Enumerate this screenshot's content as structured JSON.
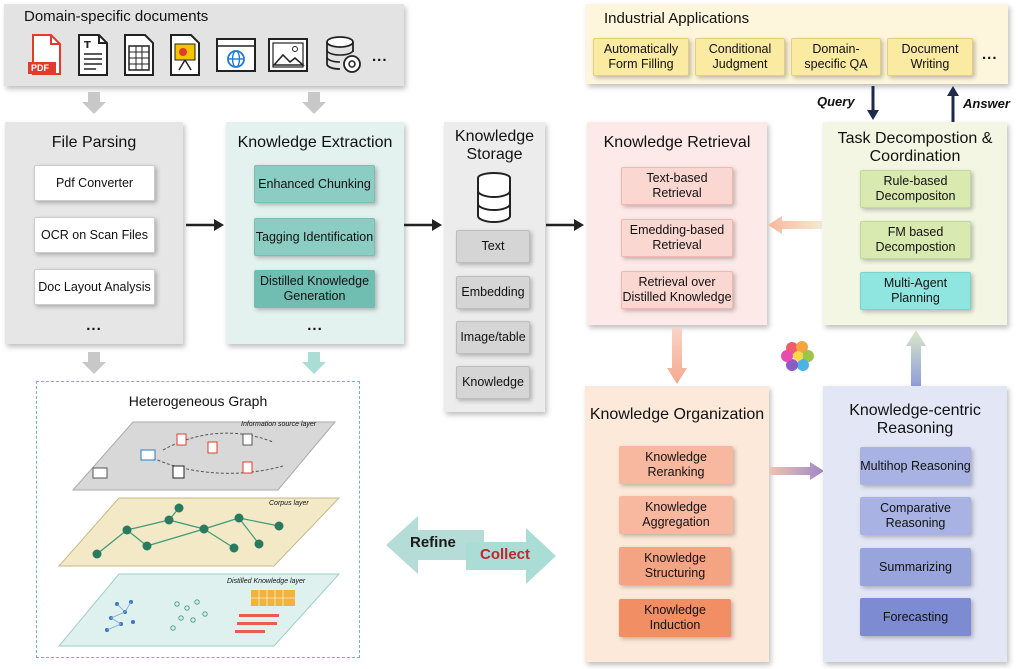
{
  "domain_docs": {
    "title": "Domain-specific documents",
    "more": "...",
    "pdf_tag": "PDF"
  },
  "file_parsing": {
    "title": "File Parsing",
    "items": [
      "Pdf Converter",
      "OCR on Scan Files",
      "Doc Layout Analysis"
    ],
    "more": "..."
  },
  "knowledge_extraction": {
    "title": "Knowledge Extraction",
    "items": [
      "Enhanced Chunking",
      "Tagging Identification",
      "Distilled Knowledge Generation"
    ],
    "more": "..."
  },
  "knowledge_storage": {
    "title": "Knowledge Storage",
    "items": [
      "Text",
      "Embedding",
      "Image/table",
      "Knowledge"
    ]
  },
  "knowledge_retrieval": {
    "title": "Knowledge Retrieval",
    "items": [
      "Text-based Retrieval",
      "Emedding-based Retrieval",
      "Retrieval over Distilled Knowledge"
    ]
  },
  "task_decomposition": {
    "title": "Task Decompostion & Coordination",
    "items": [
      "Rule-based Decompositon",
      "FM based Decompostion",
      "Multi-Agent Planning"
    ]
  },
  "industrial_apps": {
    "title": "Industrial Applications",
    "items": [
      "Automatically Form Filling",
      "Conditional Judgment",
      "Domain-specific QA",
      "Document Writing"
    ],
    "more": "..."
  },
  "flow_labels": {
    "query": "Query",
    "answer": "Answer",
    "refine": "Refine",
    "collect": "Collect"
  },
  "knowledge_organization": {
    "title": "Knowledge Organization",
    "items": [
      "Knowledge Reranking",
      "Knowledge Aggregation",
      "Knowledge Structuring",
      "Knowledge Induction"
    ]
  },
  "knowledge_reasoning": {
    "title": "Knowledge-centric Reasoning",
    "items": [
      "Multihop Reasoning",
      "Comparative Reasoning",
      "Summarizing",
      "Forecasting"
    ]
  },
  "graph": {
    "title": "Heterogeneous Graph",
    "layers": [
      "Information source layer",
      "Corpus layer",
      "Distilled Knowledge layer"
    ]
  },
  "colors": {
    "refine_arrow": "#b5dcd7",
    "collect_arrow": "#a9ddd6",
    "collect_text": "#c0262d",
    "query_arrow": "#1e2a4a"
  }
}
